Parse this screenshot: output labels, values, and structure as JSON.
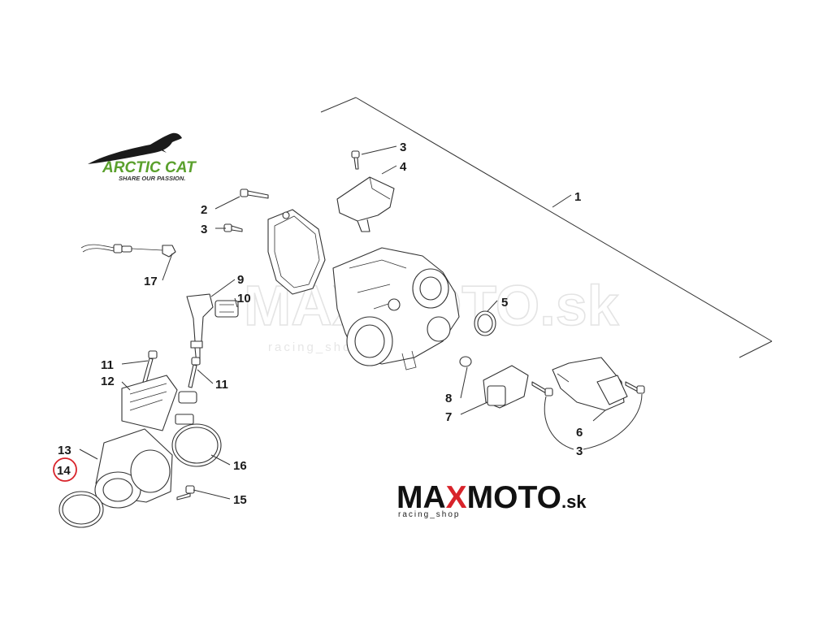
{
  "logos": {
    "arctic_cat": {
      "name": "ARCTIC CAT",
      "tagline": "SHARE OUR PASSION."
    },
    "maxmoto": {
      "pre": "MA",
      "x": "X",
      "post": "MOTO",
      "suffix": ".sk",
      "tagline": "racing_shop"
    }
  },
  "watermark": {
    "text": "MAXMOTO.sk",
    "tagline": "racing_shop"
  },
  "callouts": {
    "c1": "1",
    "c2": "2",
    "c3_top": "3",
    "c3_mid": "3",
    "c3_bottom": "3",
    "c4": "4",
    "c5": "5",
    "c6": "6",
    "c7": "7",
    "c8": "8",
    "c9": "9",
    "c10": "10",
    "c11_left": "11",
    "c11_right": "11",
    "c12": "12",
    "c13": "13",
    "c14": "14",
    "c15": "15",
    "c16": "16",
    "c17": "17"
  },
  "highlighted_callout": "14",
  "colors": {
    "highlight_ring": "#d8232a",
    "arctic_cat_green": "#5aa02c",
    "maxmoto_red": "#d8232a"
  }
}
